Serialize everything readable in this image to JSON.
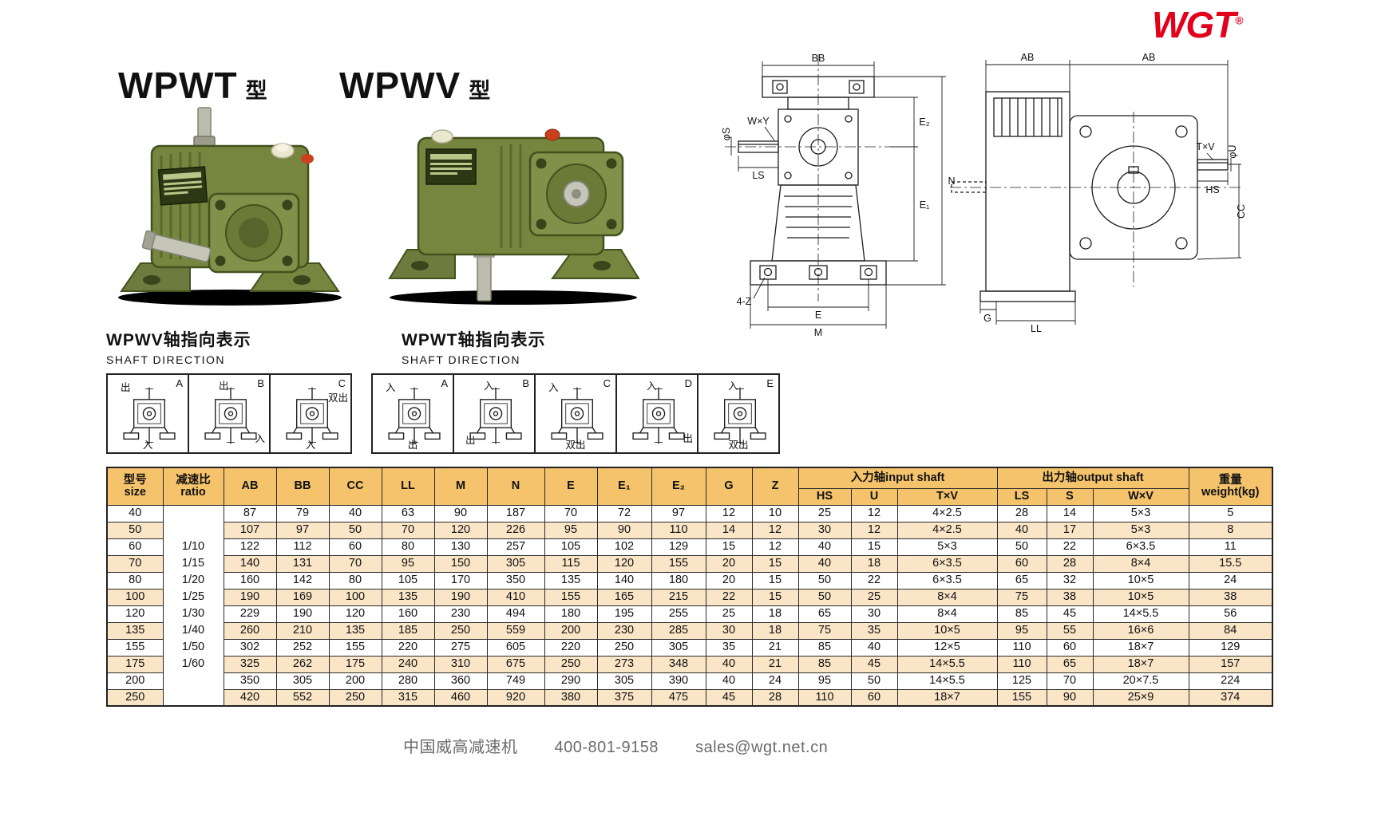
{
  "logo": {
    "text": "WGT",
    "reg": "®",
    "color": "#e3001b"
  },
  "titles": [
    {
      "model": "WPWT",
      "suffix": "型"
    },
    {
      "model": "WPWV",
      "suffix": "型"
    }
  ],
  "shaft_sections": {
    "wpwv": {
      "title_cn": "WPWV轴指向表示",
      "title_en": "SHAFT DIRECTION",
      "diagrams": [
        {
          "letter": "A",
          "labels": [
            {
              "text": "出",
              "pos": "tl"
            },
            {
              "text": "入",
              "pos": "bc"
            }
          ]
        },
        {
          "letter": "B",
          "labels": [
            {
              "text": "出",
              "pos": "tc"
            },
            {
              "text": "入",
              "pos": "br"
            }
          ]
        },
        {
          "letter": "C",
          "labels": [
            {
              "text": "双出",
              "pos": "tr"
            },
            {
              "text": "入",
              "pos": "bc"
            }
          ]
        }
      ]
    },
    "wpwt": {
      "title_cn": "WPWT轴指向表示",
      "title_en": "SHAFT DIRECTION",
      "diagrams": [
        {
          "letter": "A",
          "labels": [
            {
              "text": "入",
              "pos": "tl"
            },
            {
              "text": "出",
              "pos": "bc"
            }
          ]
        },
        {
          "letter": "B",
          "labels": [
            {
              "text": "入",
              "pos": "tc"
            },
            {
              "text": "出",
              "pos": "bl"
            }
          ]
        },
        {
          "letter": "C",
          "labels": [
            {
              "text": "入",
              "pos": "tl"
            },
            {
              "text": "双出",
              "pos": "bc"
            }
          ]
        },
        {
          "letter": "D",
          "labels": [
            {
              "text": "入",
              "pos": "tc"
            },
            {
              "text": "出",
              "pos": "br"
            }
          ]
        },
        {
          "letter": "E",
          "labels": [
            {
              "text": "入",
              "pos": "tc"
            },
            {
              "text": "双出",
              "pos": "bc"
            }
          ]
        }
      ]
    }
  },
  "drawing_labels": {
    "front": {
      "bb": "BB",
      "wxy": "W×Y",
      "phis": "φS",
      "ls": "LS",
      "four_z": "4-Z",
      "e": "E",
      "m": "M",
      "e2": "E₂",
      "n": "N",
      "e1": "E₁"
    },
    "side": {
      "ab_left": "AB",
      "ab_right": "AB",
      "txv": "T×V",
      "phiu": "φU",
      "hs": "HS",
      "cc": "CC",
      "g": "G",
      "ll": "LL"
    }
  },
  "table": {
    "headers": {
      "size": "型号\nsize",
      "ratio": "减速比\nratio",
      "dims": [
        "AB",
        "BB",
        "CC",
        "LL",
        "M",
        "N",
        "E",
        "E₁",
        "E₂",
        "G",
        "Z"
      ],
      "input_shaft": "入力轴input shaft",
      "input_cols": [
        "HS",
        "U",
        "T×V"
      ],
      "output_shaft": "出力轴output shaft",
      "output_cols": [
        "LS",
        "S",
        "W×V"
      ],
      "weight": "重量\nweight(kg)"
    },
    "ratio_values": [
      "1/10",
      "1/15",
      "1/20",
      "1/25",
      "1/30",
      "1/40",
      "1/50",
      "1/60"
    ],
    "rows": [
      {
        "cells": [
          "40",
          "87",
          "79",
          "40",
          "63",
          "90",
          "187",
          "70",
          "72",
          "97",
          "12",
          "10",
          "25",
          "12",
          "4×2.5",
          "28",
          "14",
          "5×3",
          "5"
        ]
      },
      {
        "cells": [
          "50",
          "107",
          "97",
          "50",
          "70",
          "120",
          "226",
          "95",
          "90",
          "110",
          "14",
          "12",
          "30",
          "12",
          "4×2.5",
          "40",
          "17",
          "5×3",
          "8"
        ]
      },
      {
        "cells": [
          "60",
          "122",
          "112",
          "60",
          "80",
          "130",
          "257",
          "105",
          "102",
          "129",
          "15",
          "12",
          "40",
          "15",
          "5×3",
          "50",
          "22",
          "6×3.5",
          "11"
        ]
      },
      {
        "cells": [
          "70",
          "140",
          "131",
          "70",
          "95",
          "150",
          "305",
          "115",
          "120",
          "155",
          "20",
          "15",
          "40",
          "18",
          "6×3.5",
          "60",
          "28",
          "8×4",
          "15.5"
        ]
      },
      {
        "cells": [
          "80",
          "160",
          "142",
          "80",
          "105",
          "170",
          "350",
          "135",
          "140",
          "180",
          "20",
          "15",
          "50",
          "22",
          "6×3.5",
          "65",
          "32",
          "10×5",
          "24"
        ]
      },
      {
        "cells": [
          "100",
          "190",
          "169",
          "100",
          "135",
          "190",
          "410",
          "155",
          "165",
          "215",
          "22",
          "15",
          "50",
          "25",
          "8×4",
          "75",
          "38",
          "10×5",
          "38"
        ]
      },
      {
        "cells": [
          "120",
          "229",
          "190",
          "120",
          "160",
          "230",
          "494",
          "180",
          "195",
          "255",
          "25",
          "18",
          "65",
          "30",
          "8×4",
          "85",
          "45",
          "14×5.5",
          "56"
        ]
      },
      {
        "cells": [
          "135",
          "260",
          "210",
          "135",
          "185",
          "250",
          "559",
          "200",
          "230",
          "285",
          "30",
          "18",
          "75",
          "35",
          "10×5",
          "95",
          "55",
          "16×6",
          "84"
        ]
      },
      {
        "cells": [
          "155",
          "302",
          "252",
          "155",
          "220",
          "275",
          "605",
          "220",
          "250",
          "305",
          "35",
          "21",
          "85",
          "40",
          "12×5",
          "110",
          "60",
          "18×7",
          "129"
        ]
      },
      {
        "cells": [
          "175",
          "325",
          "262",
          "175",
          "240",
          "310",
          "675",
          "250",
          "273",
          "348",
          "40",
          "21",
          "85",
          "45",
          "14×5.5",
          "110",
          "65",
          "18×7",
          "157"
        ]
      },
      {
        "cells": [
          "200",
          "350",
          "305",
          "200",
          "280",
          "360",
          "749",
          "290",
          "305",
          "390",
          "40",
          "24",
          "95",
          "50",
          "14×5.5",
          "125",
          "70",
          "20×7.5",
          "224"
        ]
      },
      {
        "cells": [
          "250",
          "420",
          "552",
          "250",
          "315",
          "460",
          "920",
          "380",
          "375",
          "475",
          "45",
          "28",
          "110",
          "60",
          "18×7",
          "155",
          "90",
          "25×9",
          "374"
        ]
      }
    ]
  },
  "footer": {
    "company": "中国威高减速机",
    "phone": "400-801-9158",
    "email": "sales@wgt.net.cn"
  }
}
